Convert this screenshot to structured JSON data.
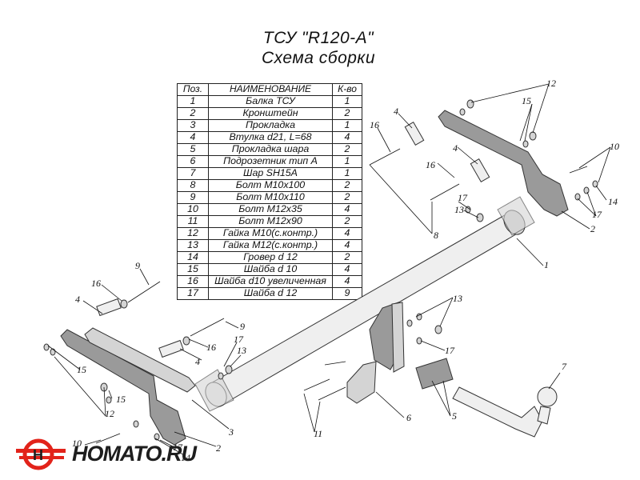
{
  "title": "ТСУ \"R120-A\"",
  "subtitle": "Схема сборки",
  "table": {
    "headers": [
      "Поз.",
      "НАИМЕНОВАНИЕ",
      "К-во"
    ],
    "rows": [
      [
        "1",
        "Балка ТСУ",
        "1"
      ],
      [
        "2",
        "Кронштейн",
        "2"
      ],
      [
        "3",
        "Прокладка",
        "1"
      ],
      [
        "4",
        "Втулка d21, L=68",
        "4"
      ],
      [
        "5",
        "Прокладка шара",
        "2"
      ],
      [
        "6",
        "Подрозетник тип А",
        "1"
      ],
      [
        "7",
        "Шар SH15A",
        "1"
      ],
      [
        "8",
        "Болт М10х100",
        "2"
      ],
      [
        "9",
        "Болт М10х110",
        "2"
      ],
      [
        "10",
        "Болт М12х35",
        "4"
      ],
      [
        "11",
        "Болт М12х90",
        "2"
      ],
      [
        "12",
        "Гайка М10(с.контр.)",
        "4"
      ],
      [
        "13",
        "Гайка М12(с.контр.)",
        "4"
      ],
      [
        "14",
        "Гровер d 12",
        "2"
      ],
      [
        "15",
        "Шайба d 10",
        "4"
      ],
      [
        "16",
        "Шайба d10 увеличенная",
        "4"
      ],
      [
        "17",
        "Шайба d 12",
        "9"
      ]
    ]
  },
  "callouts": [
    "1",
    "2",
    "2",
    "3",
    "4",
    "4",
    "4",
    "4",
    "5",
    "6",
    "7",
    "8",
    "9",
    "9",
    "10",
    "10",
    "11",
    "12",
    "12",
    "13",
    "13",
    "13",
    "14",
    "14",
    "15",
    "15",
    "15",
    "16",
    "16",
    "16",
    "16",
    "17",
    "17",
    "17",
    "17",
    "17"
  ],
  "logo": {
    "text": "HOMATO.RU",
    "accent": "#e2231a"
  }
}
